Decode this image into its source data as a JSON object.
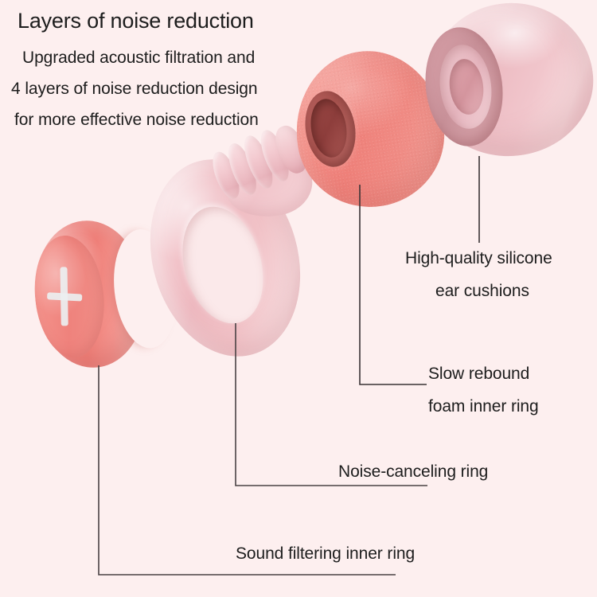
{
  "background_color": "#fdefef",
  "heading": {
    "title": "Layers of noise reduction"
  },
  "description": {
    "line1": "Upgraded acoustic filtration and",
    "line2": "4 layers of noise reduction design",
    "line3": "for more effective noise reduction"
  },
  "callouts": [
    {
      "id": "silicone-ear-cushions",
      "line1": "High-quality silicone",
      "line2": "ear cushions",
      "part_color": "#f1c6cc"
    },
    {
      "id": "slow-rebound-foam-inner-ring",
      "line1": "Slow rebound",
      "line2": "foam inner ring",
      "part_color": "#f0887f"
    },
    {
      "id": "noise-canceling-ring",
      "line1": "Noise-canceling ring",
      "line2": "",
      "part_color": "#f2bec4"
    },
    {
      "id": "sound-filtering-inner-ring",
      "line1": "Sound filtering inner ring",
      "line2": "",
      "part_color": "#ef827c"
    }
  ],
  "parts": {
    "spool": {
      "name": "sound-filtering-inner-ring",
      "color": "#ef827c",
      "marking": "white-cross"
    },
    "ring": {
      "name": "noise-canceling-ring",
      "color": "#f2bec4",
      "stem_ribs": 4
    },
    "foam": {
      "name": "slow-rebound-foam-inner-ring",
      "color": "#f0887f",
      "bore_color": "#9e4a47"
    },
    "silicone": {
      "name": "high-quality-silicone-ear-cushion",
      "color": "#f1c6cc"
    }
  },
  "leader_line_color": "#3a3335"
}
